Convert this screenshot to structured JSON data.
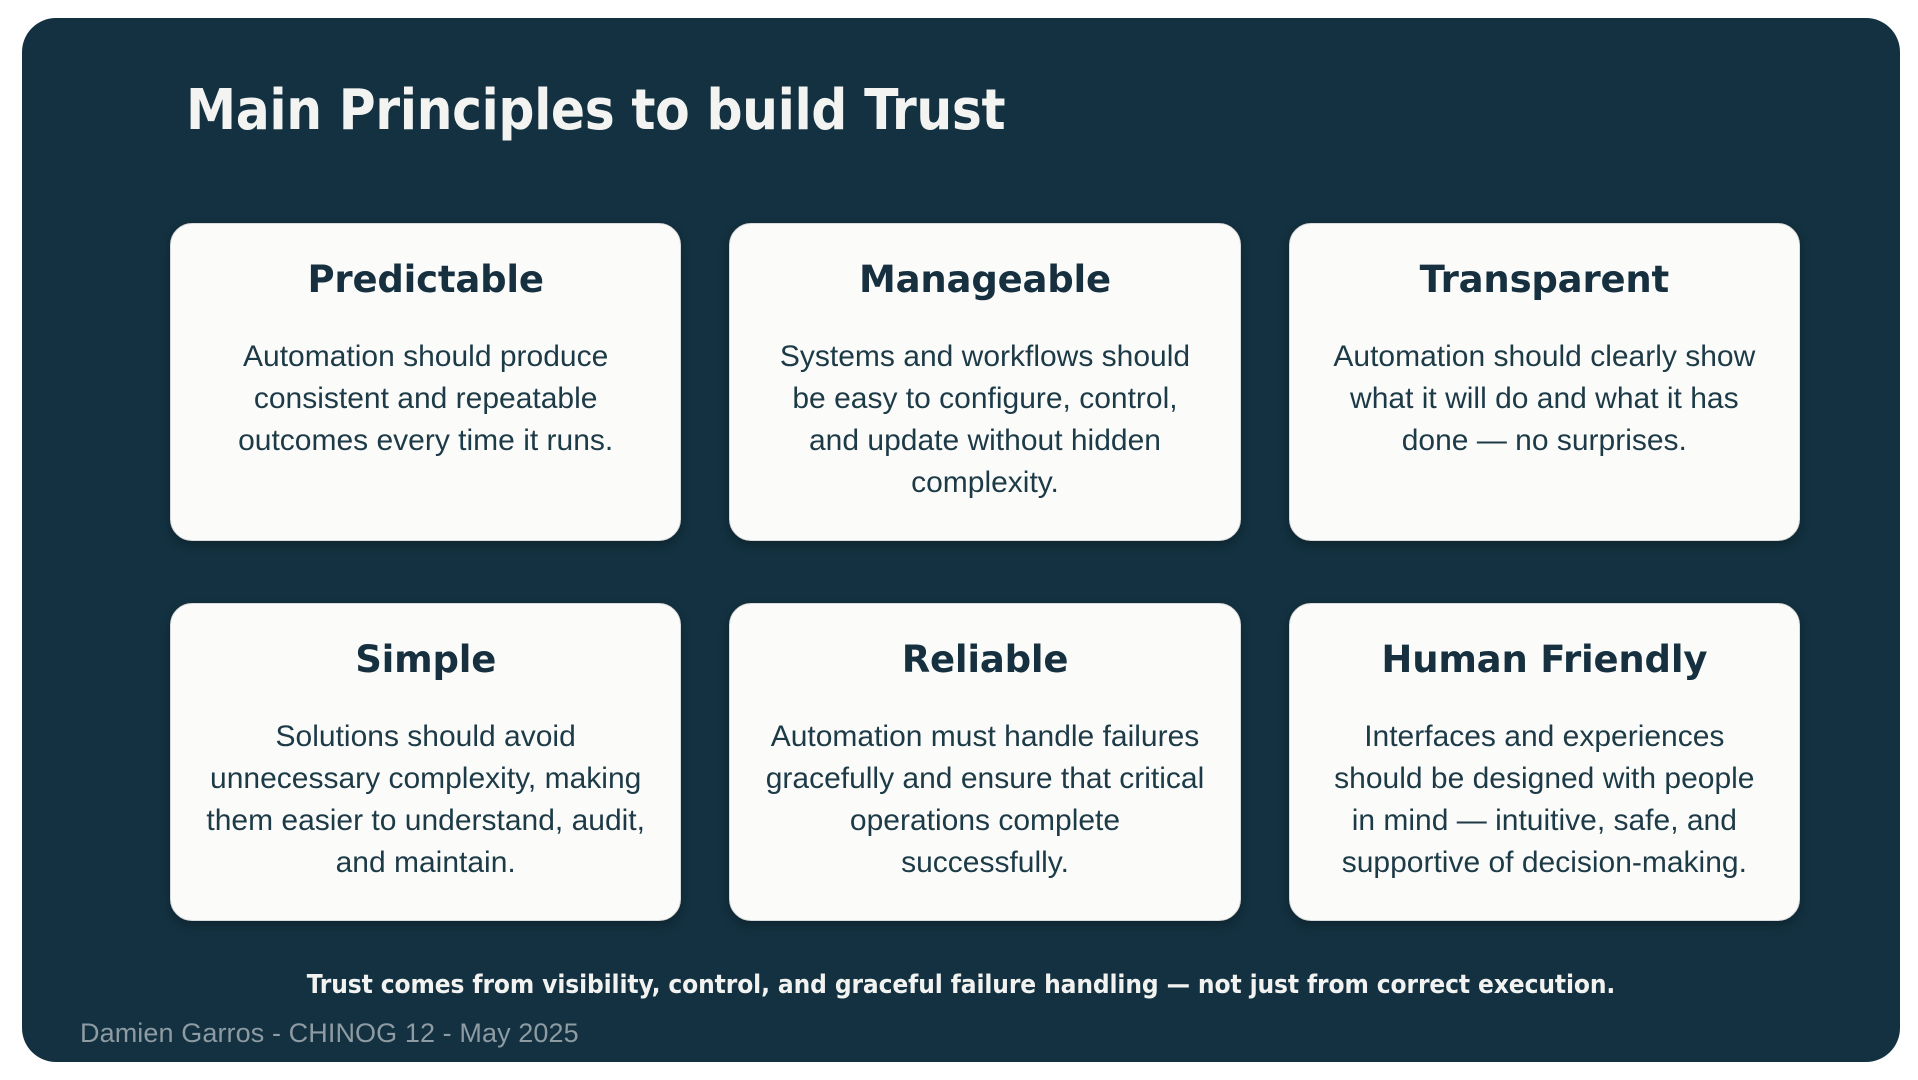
{
  "slide": {
    "title": "Main Principles to build Trust",
    "background_color": "#133140",
    "page_background_color": "#ffffff",
    "card_background_color": "#fbfbfa",
    "title_color": "#f3f4f2",
    "card_title_color": "#163040",
    "card_body_color": "#1d3a47",
    "attribution_color": "#8e9ba2"
  },
  "cards": [
    {
      "title": "Predictable",
      "body": "Automation should produce consistent and repeatable outcomes every time it runs."
    },
    {
      "title": "Manageable",
      "body": "Systems and workflows should be easy to configure, control, and update without hidden complexity."
    },
    {
      "title": "Transparent",
      "body": "Automation should clearly show what it will do and what it has done — no surprises."
    },
    {
      "title": "Simple",
      "body": "Solutions should avoid unnecessary complexity, making them easier to understand, audit, and maintain."
    },
    {
      "title": "Reliable",
      "body": "Automation must handle failures gracefully and ensure that critical operations complete successfully."
    },
    {
      "title": "Human Friendly",
      "body": "Interfaces and experiences should be designed with people in mind — intuitive, safe, and supportive of decision-making."
    }
  ],
  "footer": {
    "note": "Trust comes from visibility, control, and graceful failure handling — not just from correct execution.",
    "attribution": "Damien Garros - CHINOG 12 - May 2025"
  }
}
